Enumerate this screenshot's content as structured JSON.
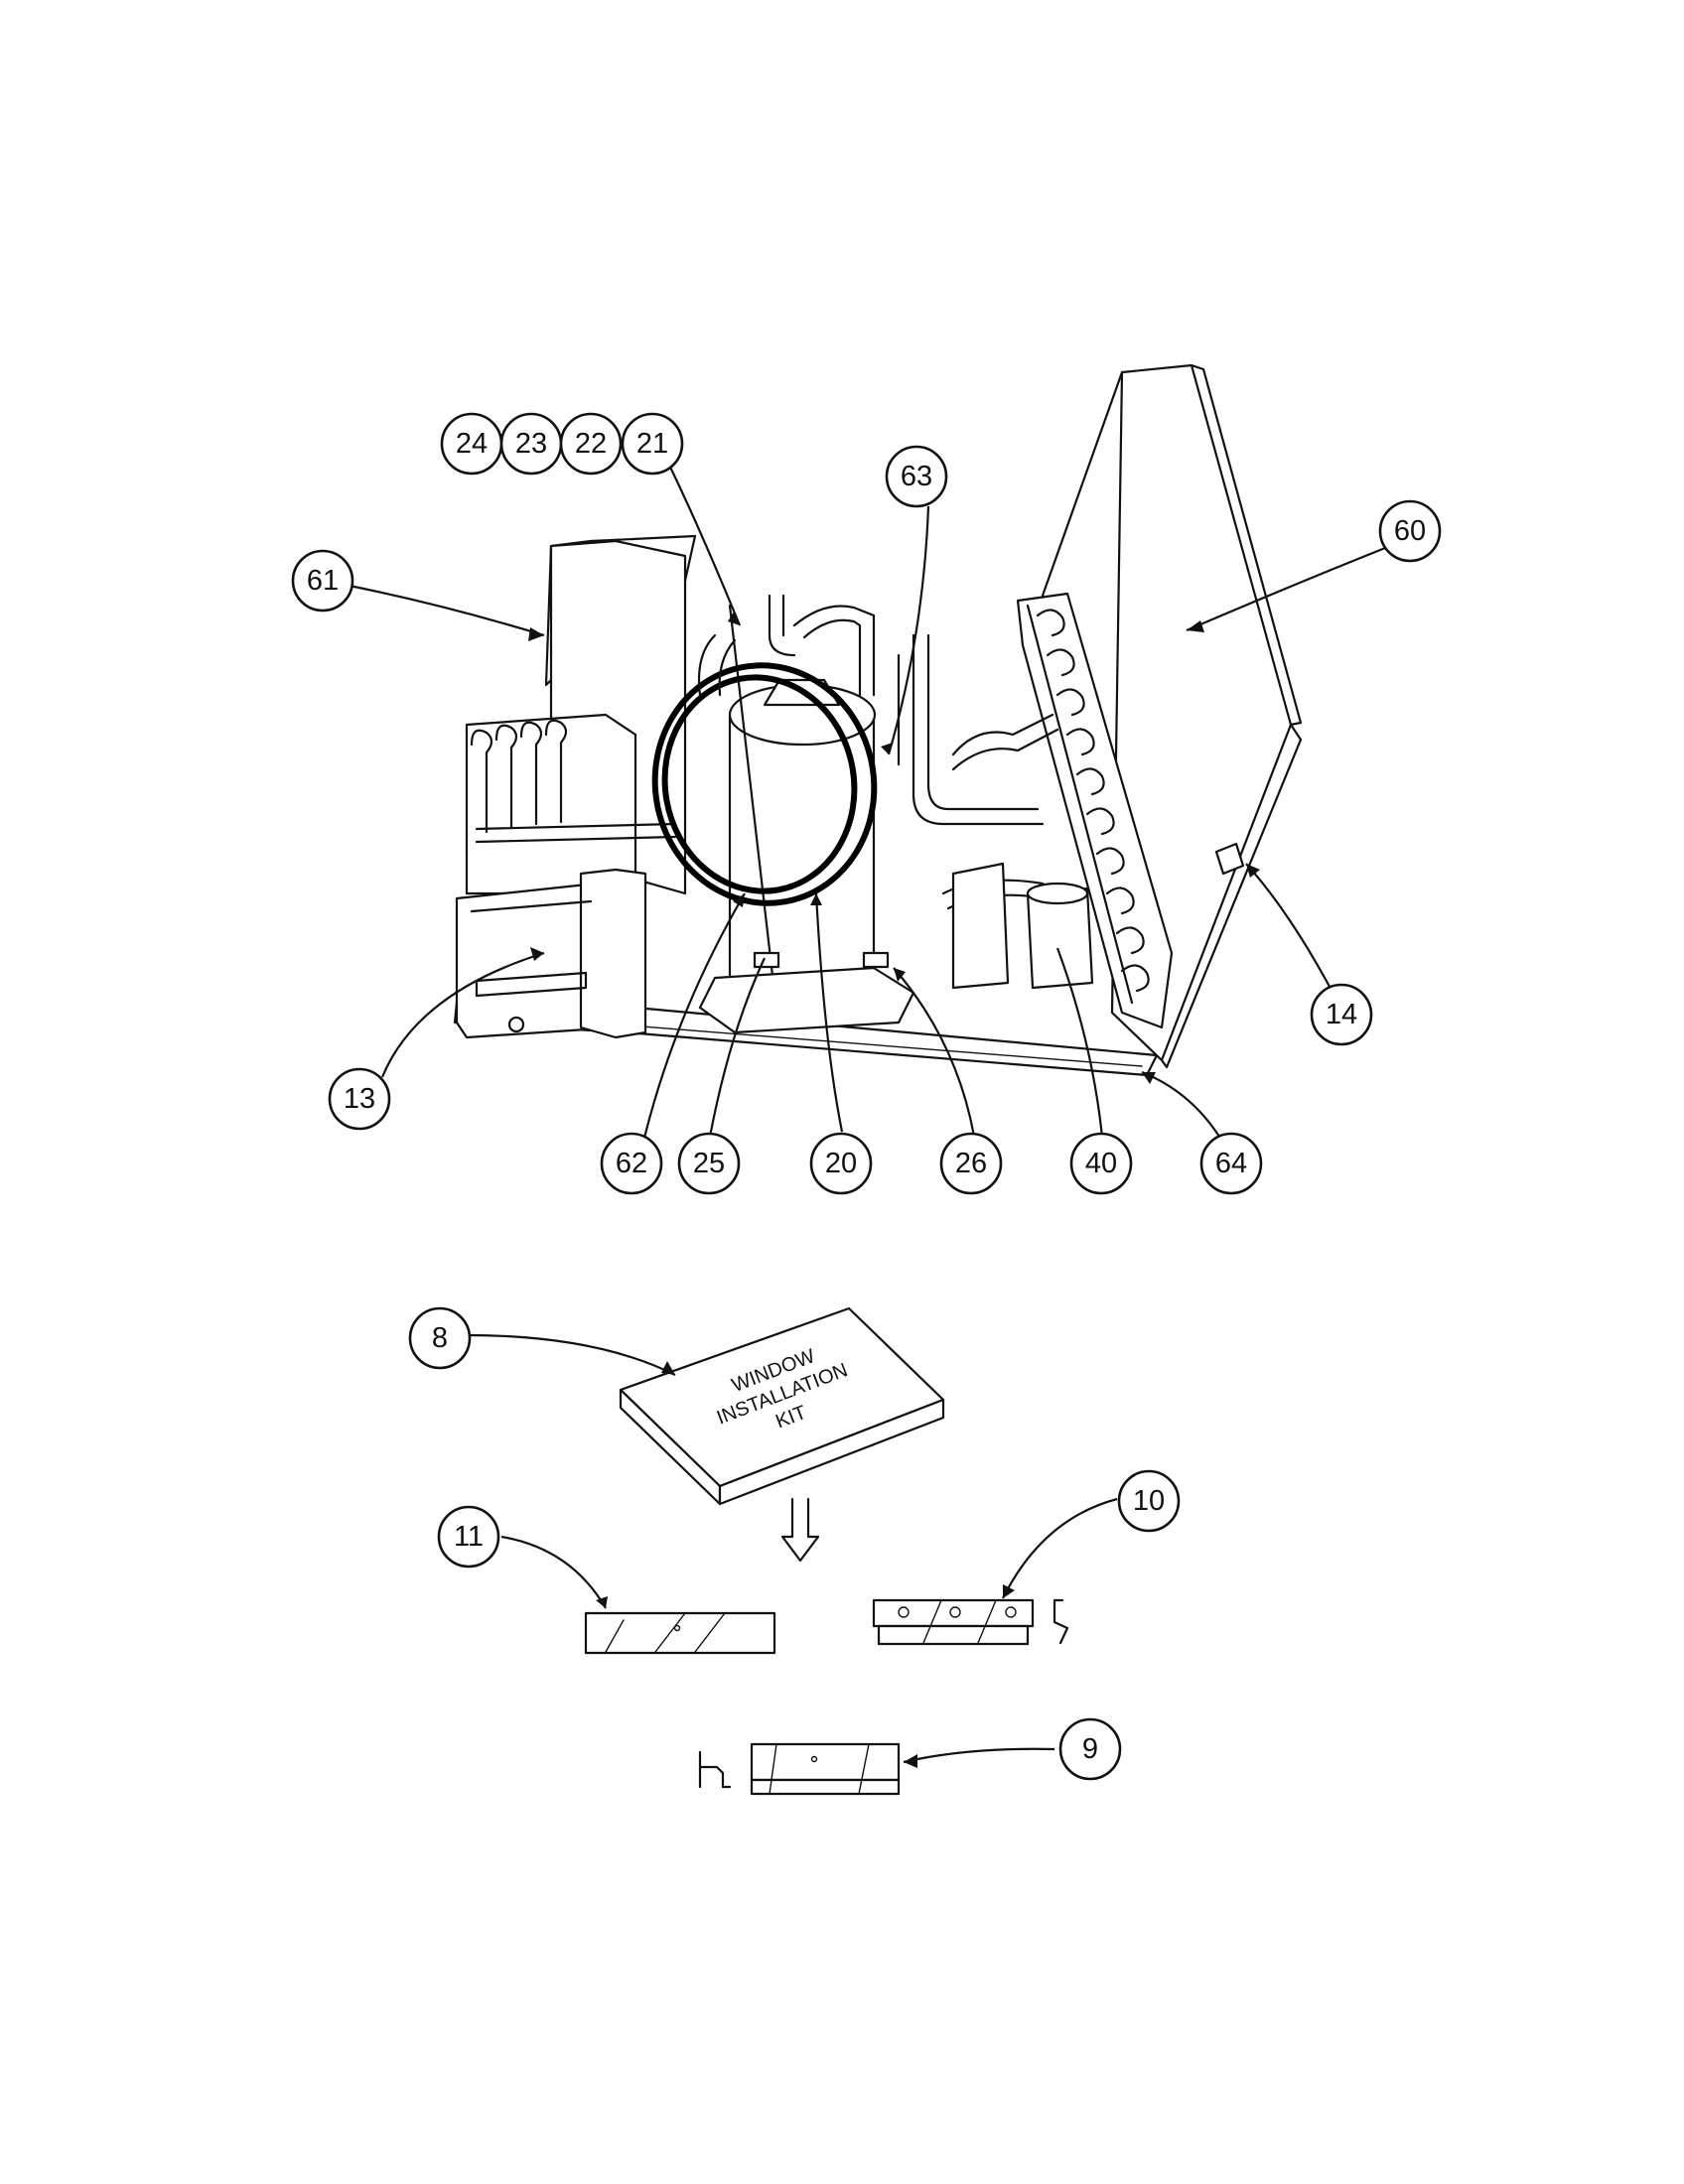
{
  "diagram": {
    "callouts": [
      {
        "id": "24",
        "label": "24"
      },
      {
        "id": "23",
        "label": "23"
      },
      {
        "id": "22",
        "label": "22"
      },
      {
        "id": "21",
        "label": "21"
      },
      {
        "id": "63",
        "label": "63"
      },
      {
        "id": "61",
        "label": "61"
      },
      {
        "id": "60",
        "label": "60"
      },
      {
        "id": "14",
        "label": "14"
      },
      {
        "id": "13",
        "label": "13"
      },
      {
        "id": "62",
        "label": "62"
      },
      {
        "id": "25",
        "label": "25"
      },
      {
        "id": "20",
        "label": "20"
      },
      {
        "id": "26",
        "label": "26"
      },
      {
        "id": "40",
        "label": "40"
      },
      {
        "id": "64",
        "label": "64"
      },
      {
        "id": "8",
        "label": "8"
      },
      {
        "id": "11",
        "label": "11"
      },
      {
        "id": "10",
        "label": "10"
      },
      {
        "id": "9",
        "label": "9"
      }
    ],
    "kit_box": {
      "line1": "WINDOW",
      "line2": "INSTALLATION",
      "line3": "KIT"
    }
  }
}
